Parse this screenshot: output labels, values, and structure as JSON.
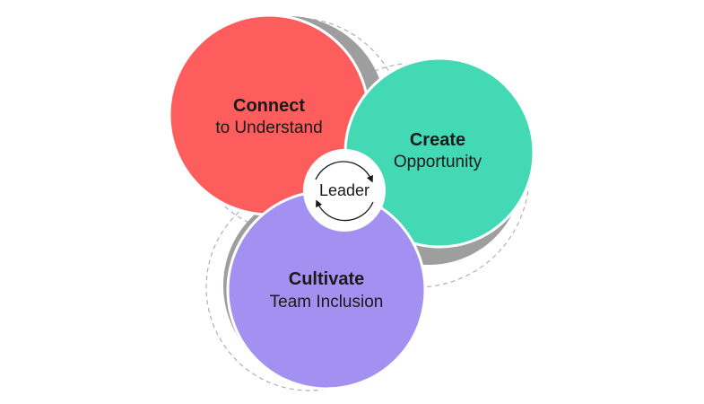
{
  "diagram": {
    "connect": {
      "title": "Connect",
      "subtitle": "to Understand",
      "color": "#fd5d5d"
    },
    "create": {
      "title": "Create",
      "subtitle": "Opportunity",
      "color": "#43d9b5"
    },
    "cultivate": {
      "title": "Cultivate",
      "subtitle": "Team Inclusion",
      "color": "#a391f2"
    },
    "center": {
      "label": "Leader"
    },
    "shadow_color": "#9e9e9e",
    "dashed_ring_color": "#b0b0b0"
  }
}
